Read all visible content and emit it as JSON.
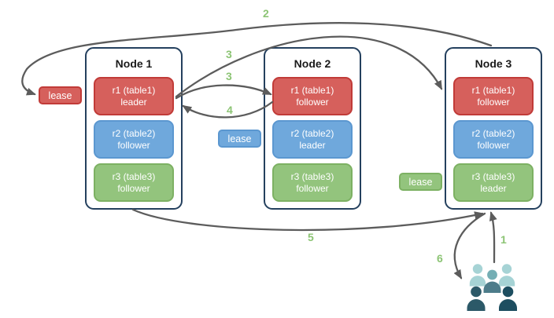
{
  "nodes": [
    {
      "title": "Node 1",
      "replicas": [
        {
          "name": "r1 (table1)",
          "role": "leader",
          "variant": "red"
        },
        {
          "name": "r2 (table2)",
          "role": "follower",
          "variant": "blue"
        },
        {
          "name": "r3 (table3)",
          "role": "follower",
          "variant": "green"
        }
      ]
    },
    {
      "title": "Node 2",
      "replicas": [
        {
          "name": "r1 (table1)",
          "role": "follower",
          "variant": "red"
        },
        {
          "name": "r2 (table2)",
          "role": "leader",
          "variant": "blue"
        },
        {
          "name": "r3 (table3)",
          "role": "follower",
          "variant": "green"
        }
      ]
    },
    {
      "title": "Node 3",
      "replicas": [
        {
          "name": "r1 (table1)",
          "role": "follower",
          "variant": "red"
        },
        {
          "name": "r2 (table2)",
          "role": "follower",
          "variant": "blue"
        },
        {
          "name": "r3 (table3)",
          "role": "leader",
          "variant": "green"
        }
      ]
    }
  ],
  "leases": [
    {
      "label": "lease",
      "variant": "red"
    },
    {
      "label": "lease",
      "variant": "blue"
    },
    {
      "label": "lease",
      "variant": "green"
    }
  ],
  "steps": [
    {
      "id": "step-1",
      "label": "1"
    },
    {
      "id": "step-2",
      "label": "2"
    },
    {
      "id": "step-3-to-node3",
      "label": "3"
    },
    {
      "id": "step-3-to-node2",
      "label": "3"
    },
    {
      "id": "step-4",
      "label": "4"
    },
    {
      "id": "step-5",
      "label": "5"
    },
    {
      "id": "step-6",
      "label": "6"
    }
  ],
  "icons": {
    "clients_group": "five-person-crowd-icon"
  },
  "colors": {
    "red_fill": "#d6605c",
    "red_border": "#c13b38",
    "blue_fill": "#6fa8dc",
    "blue_border": "#5b97d0",
    "green_fill": "#93c47d",
    "green_border": "#7db163",
    "node_border": "#24405e",
    "arrow": "#5c5c5c",
    "step_label": "#8cc474",
    "clients_light": "#a6d3d5",
    "clients_mid_head": "#74aeb4",
    "clients_mid_body": "#4d7c8a",
    "clients_dark": "#2c5968",
    "clients_darker": "#1d4e60"
  }
}
